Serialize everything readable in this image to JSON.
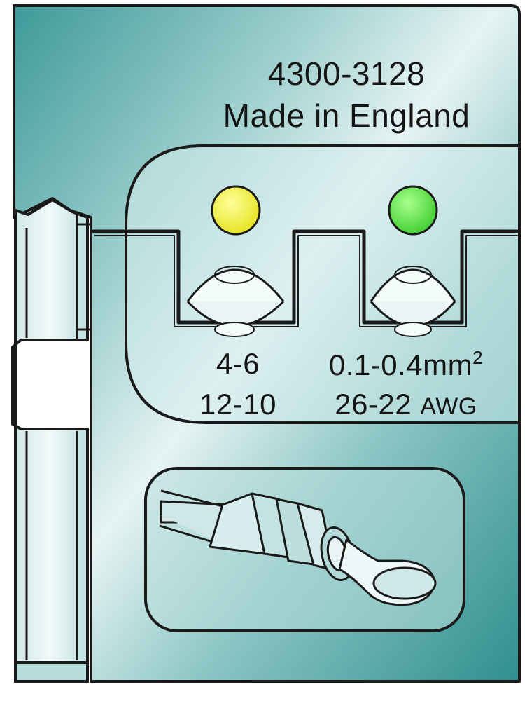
{
  "header": {
    "part_number": "4300-3128",
    "origin": "Made in England"
  },
  "crimp_positions": [
    {
      "color": "#f0f02a",
      "metric": "4-6",
      "awg": "12-10",
      "awg_unit": ""
    },
    {
      "color": "#4ed83c",
      "metric": "0.1-0.4mm",
      "metric_sup": "2",
      "awg": "26-22",
      "awg_unit": "AWG"
    }
  ],
  "colors": {
    "die_light": "#e6f3f3",
    "die_dark": "#2f8f8e",
    "outline": "#1a1a1a"
  },
  "illustration": {
    "icon": "ring-terminal-icon"
  }
}
